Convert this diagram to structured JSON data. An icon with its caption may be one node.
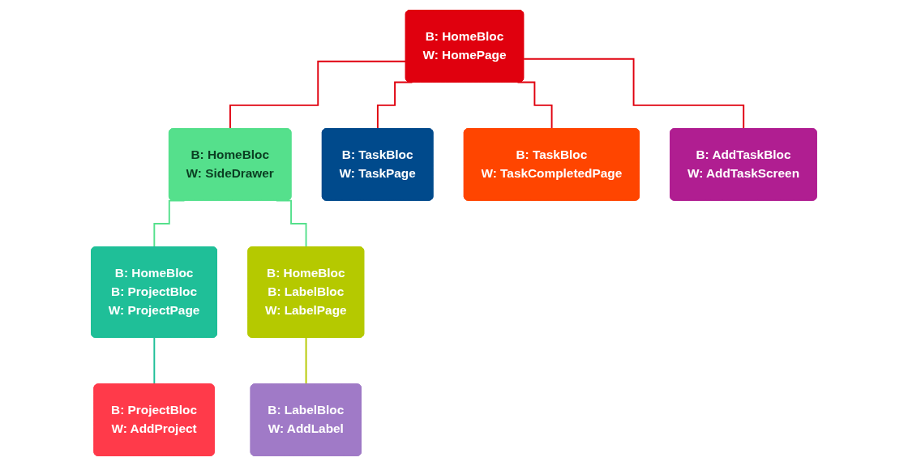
{
  "diagram": {
    "nodes": [
      {
        "text": [
          "B: HomeBloc",
          "W: HomePage"
        ]
      },
      {
        "text": [
          "B: HomeBloc",
          "W: SideDrawer"
        ]
      },
      {
        "text": [
          "B: TaskBloc",
          "W: TaskPage"
        ]
      },
      {
        "text": [
          "B: TaskBloc",
          "W: TaskCompletedPage"
        ]
      },
      {
        "text": [
          "B: AddTaskBloc",
          "W: AddTaskScreen"
        ]
      },
      {
        "text": [
          "B: HomeBloc",
          "B: ProjectBloc",
          "W: ProjectPage"
        ]
      },
      {
        "text": [
          "B: HomeBloc",
          "B: LabelBloc",
          "W: LabelPage"
        ]
      },
      {
        "text": [
          "B: ProjectBloc",
          "W: AddProject"
        ]
      },
      {
        "text": [
          "B: LabelBloc",
          "W: AddLabel"
        ]
      }
    ],
    "edges": [
      {
        "from": 0,
        "to": 1,
        "arrow": "none"
      },
      {
        "from": 0,
        "to": 2,
        "arrow": "none"
      },
      {
        "from": 0,
        "to": 3,
        "arrow": "none"
      },
      {
        "from": 0,
        "to": 4,
        "arrow": "none"
      },
      {
        "from": 1,
        "to": 5,
        "arrow": "none",
        "color": "#55e08c"
      },
      {
        "from": 1,
        "to": 6,
        "arrow": "none",
        "color": "#55e08c"
      },
      {
        "from": 5,
        "to": 7,
        "arrow": "none",
        "color": "#1fbf98"
      },
      {
        "from": 6,
        "to": 8,
        "arrow": "none",
        "color": "#b5c900"
      }
    ]
  }
}
